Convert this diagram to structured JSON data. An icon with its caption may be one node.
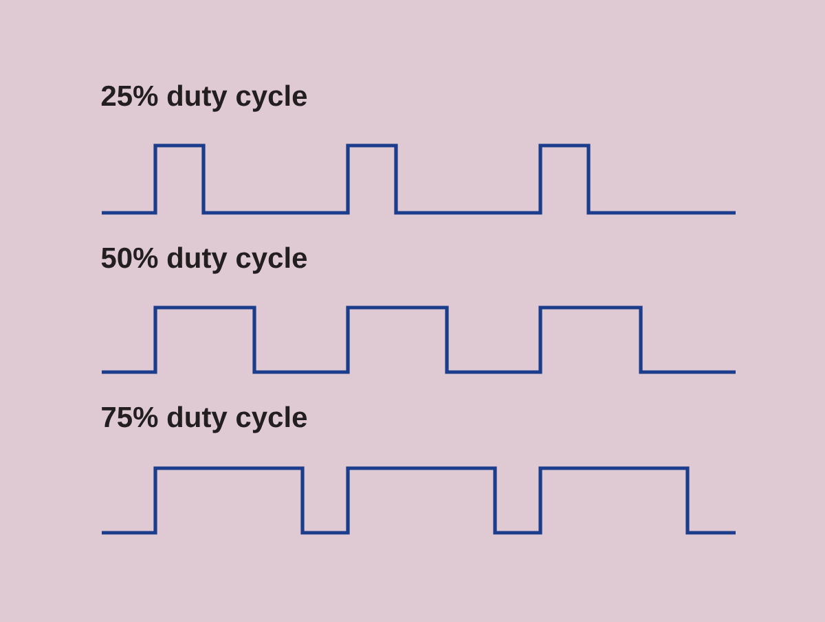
{
  "diagram": {
    "labels": [
      "25% duty cycle",
      "50% duty cycle",
      "75% duty cycle"
    ]
  }
}
